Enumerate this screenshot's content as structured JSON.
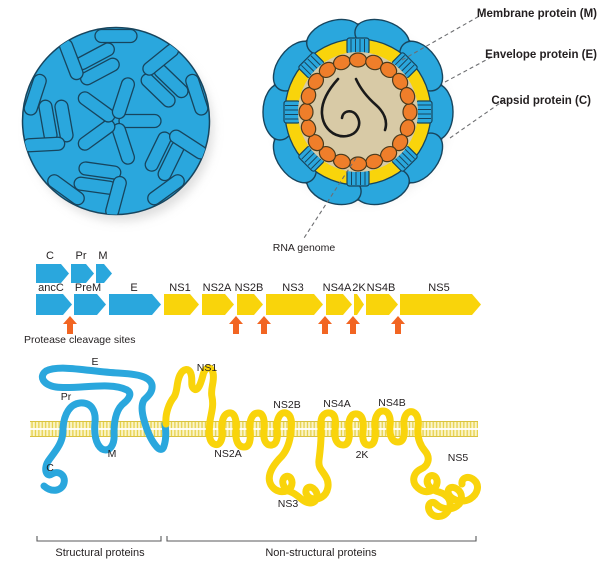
{
  "colors": {
    "blue": "#2AA7DD",
    "yellow": "#F9D40B",
    "orange": "#F26522",
    "capsid_orange": "#EF7E2A",
    "membrane_tan": "#D8CAA6",
    "outline": "#17455E",
    "text": "#231F20",
    "callout_gray": "#6D6E71"
  },
  "legend": {
    "membrane_label": "Membrane protein (M)",
    "envelope_label": "Envelope protein (E)",
    "capsid_label": "Capsid protein (C)",
    "rna_label": "RNA genome"
  },
  "genome": {
    "top_row": [
      {
        "label": "C"
      },
      {
        "label": "Pr"
      },
      {
        "label": "M"
      }
    ],
    "segments": [
      {
        "label": "ancC",
        "color": "blue"
      },
      {
        "label": "PreM",
        "color": "blue"
      },
      {
        "label": "E",
        "color": "blue"
      },
      {
        "label": "NS1",
        "color": "yellow"
      },
      {
        "label": "NS2A",
        "color": "yellow"
      },
      {
        "label": "NS2B",
        "color": "yellow"
      },
      {
        "label": "NS3",
        "color": "yellow"
      },
      {
        "label": "NS4A",
        "color": "yellow"
      },
      {
        "label": "2K",
        "color": "yellow"
      },
      {
        "label": "NS4B",
        "color": "yellow"
      },
      {
        "label": "NS5",
        "color": "yellow"
      }
    ],
    "cleavage_label": "Protease cleavage sites"
  },
  "topology": {
    "labels": {
      "e": "E",
      "pr": "Pr",
      "m": "M",
      "c": "C",
      "ns1": "NS1",
      "ns2a": "NS2A",
      "ns2b": "NS2B",
      "ns3": "NS3",
      "ns4a": "NS4A",
      "k2": "2K",
      "ns4b": "NS4B",
      "ns5": "NS5"
    }
  },
  "footer": {
    "structural_label": "Structural proteins",
    "non_structural_label": "Non-structural proteins"
  }
}
